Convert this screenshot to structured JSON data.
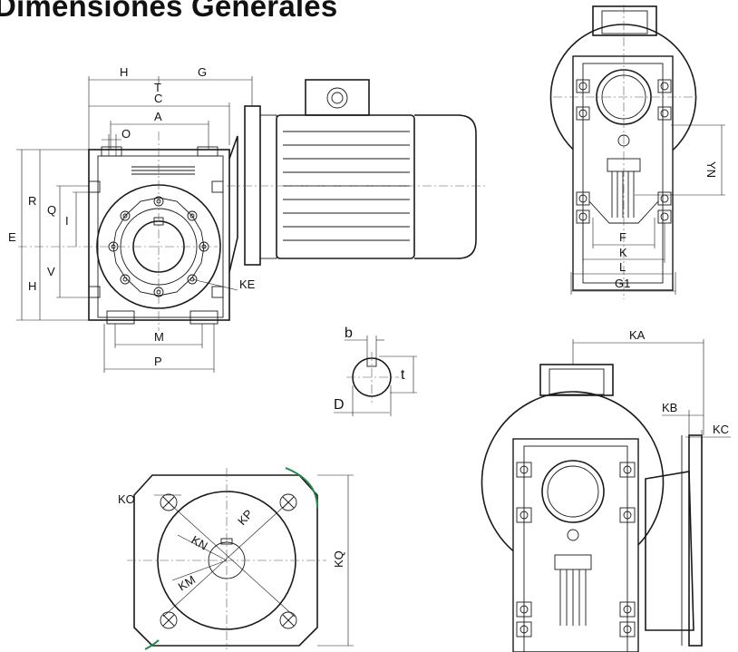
{
  "header": {
    "title": "Dimensiones Generales"
  },
  "labels": {
    "H": "H",
    "G": "G",
    "T": "T",
    "C": "C",
    "A": "A",
    "O": "O",
    "R": "R",
    "Q": "Q",
    "I": "I",
    "E": "E",
    "V": "V",
    "KE": "KE",
    "M": "M",
    "P": "P",
    "b": "b",
    "t": "t",
    "D": "D",
    "YN": "YN",
    "F": "F",
    "K": "K",
    "L": "L",
    "G1": "G1",
    "KA": "KA",
    "KB": "KB",
    "KC": "KC",
    "KO": "KO",
    "KN": "KN",
    "KP": "KP",
    "KM": "KM",
    "KQ": "KQ"
  }
}
